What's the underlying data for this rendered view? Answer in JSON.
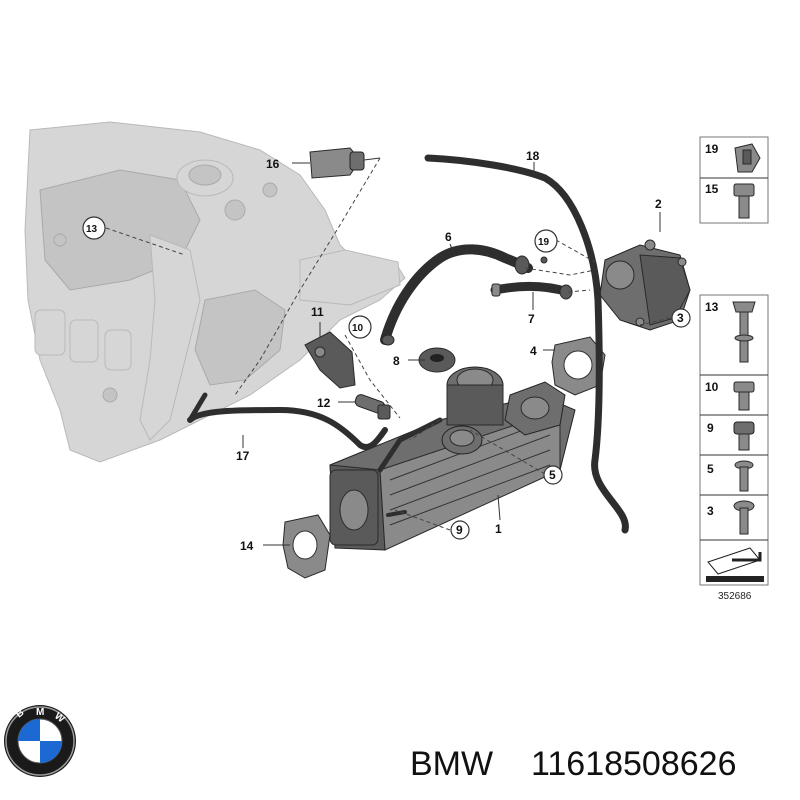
{
  "brand": "BMW",
  "part_number": "11618508626",
  "diagram_ref": "352686",
  "callouts": {
    "c1": "1",
    "c2": "2",
    "c3": "3",
    "c4": "4",
    "c5": "5",
    "c6": "6",
    "c7": "7",
    "c8": "8",
    "c9": "9",
    "c10": "10",
    "c11": "11",
    "c12": "12",
    "c13": "13",
    "c14": "14",
    "c16": "16",
    "c17": "17",
    "c18": "18",
    "c19": "19"
  },
  "hardware_panel": {
    "top": [
      "19",
      "15"
    ],
    "bottom": [
      "13",
      "10",
      "9",
      "5",
      "3"
    ]
  },
  "logo_letters": "BMW",
  "colors": {
    "part": "#5a5a5a",
    "ghost": "#d6d6d6",
    "line": "#333333"
  }
}
